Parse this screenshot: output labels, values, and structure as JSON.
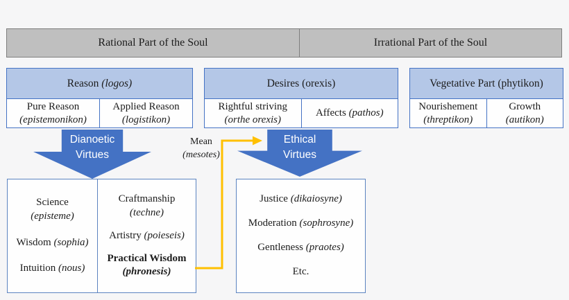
{
  "colors": {
    "background": "#f6f6f7",
    "banner_fill": "#bfbfbf",
    "banner_border": "#7f7f7f",
    "header_fill": "#b4c7e7",
    "box_border": "#4472c4",
    "arrow_fill": "#4472c4",
    "connector_yellow": "#ffc000",
    "text": "#1c1c1c"
  },
  "banner": {
    "rational": "Rational Part of the Soul",
    "irrational": "Irrational Part of the Soul"
  },
  "groups": {
    "reason": {
      "title": "Reason",
      "title_term": "(logos)",
      "cell1": {
        "name": "Pure Reason",
        "term": "(epistemonikon)"
      },
      "cell2": {
        "name": "Applied Reason",
        "term": "(logistikon)"
      }
    },
    "desires": {
      "title": "Desires (orexis)",
      "title_term": "",
      "cell1": {
        "name": "Rightful striving",
        "term": "(orthe orexis)"
      },
      "cell2": {
        "name": "Affects",
        "term": "(pathos)"
      }
    },
    "vegetative": {
      "title": "Vegetative Part (phytikon)",
      "title_term": "",
      "cell1": {
        "name": "Nourishement",
        "term": "(threptikon)"
      },
      "cell2": {
        "name": "Growth",
        "term": "(autikon)"
      }
    }
  },
  "arrows": {
    "dianoetic": {
      "line1": "Dianoetic",
      "line2": "Virtues"
    },
    "ethical": {
      "line1": "Ethical",
      "line2": "Virtues"
    }
  },
  "mean_label": {
    "line1": "Mean",
    "line2": "(mesotes)"
  },
  "dianoetic_box": {
    "col1": [
      {
        "name": "Science",
        "term": "(episteme)"
      },
      {
        "name": "Wisdom",
        "term": "(sophia)"
      },
      {
        "name": "Intuition",
        "term": "(nous)"
      }
    ],
    "col2": [
      {
        "name": "Craftmanship",
        "term": "(techne)"
      },
      {
        "name": "Artistry",
        "term": "(poieseis)"
      },
      {
        "name": "Practical Wisdom",
        "term": "(phronesis)"
      }
    ]
  },
  "ethical_box": {
    "items": [
      {
        "name": "Justice",
        "term": "(dikaiosyne)"
      },
      {
        "name": "Moderation",
        "term": "(sophrosyne)"
      },
      {
        "name": "Gentleness",
        "term": "(praotes)"
      },
      {
        "name": "Etc.",
        "term": ""
      }
    ]
  }
}
